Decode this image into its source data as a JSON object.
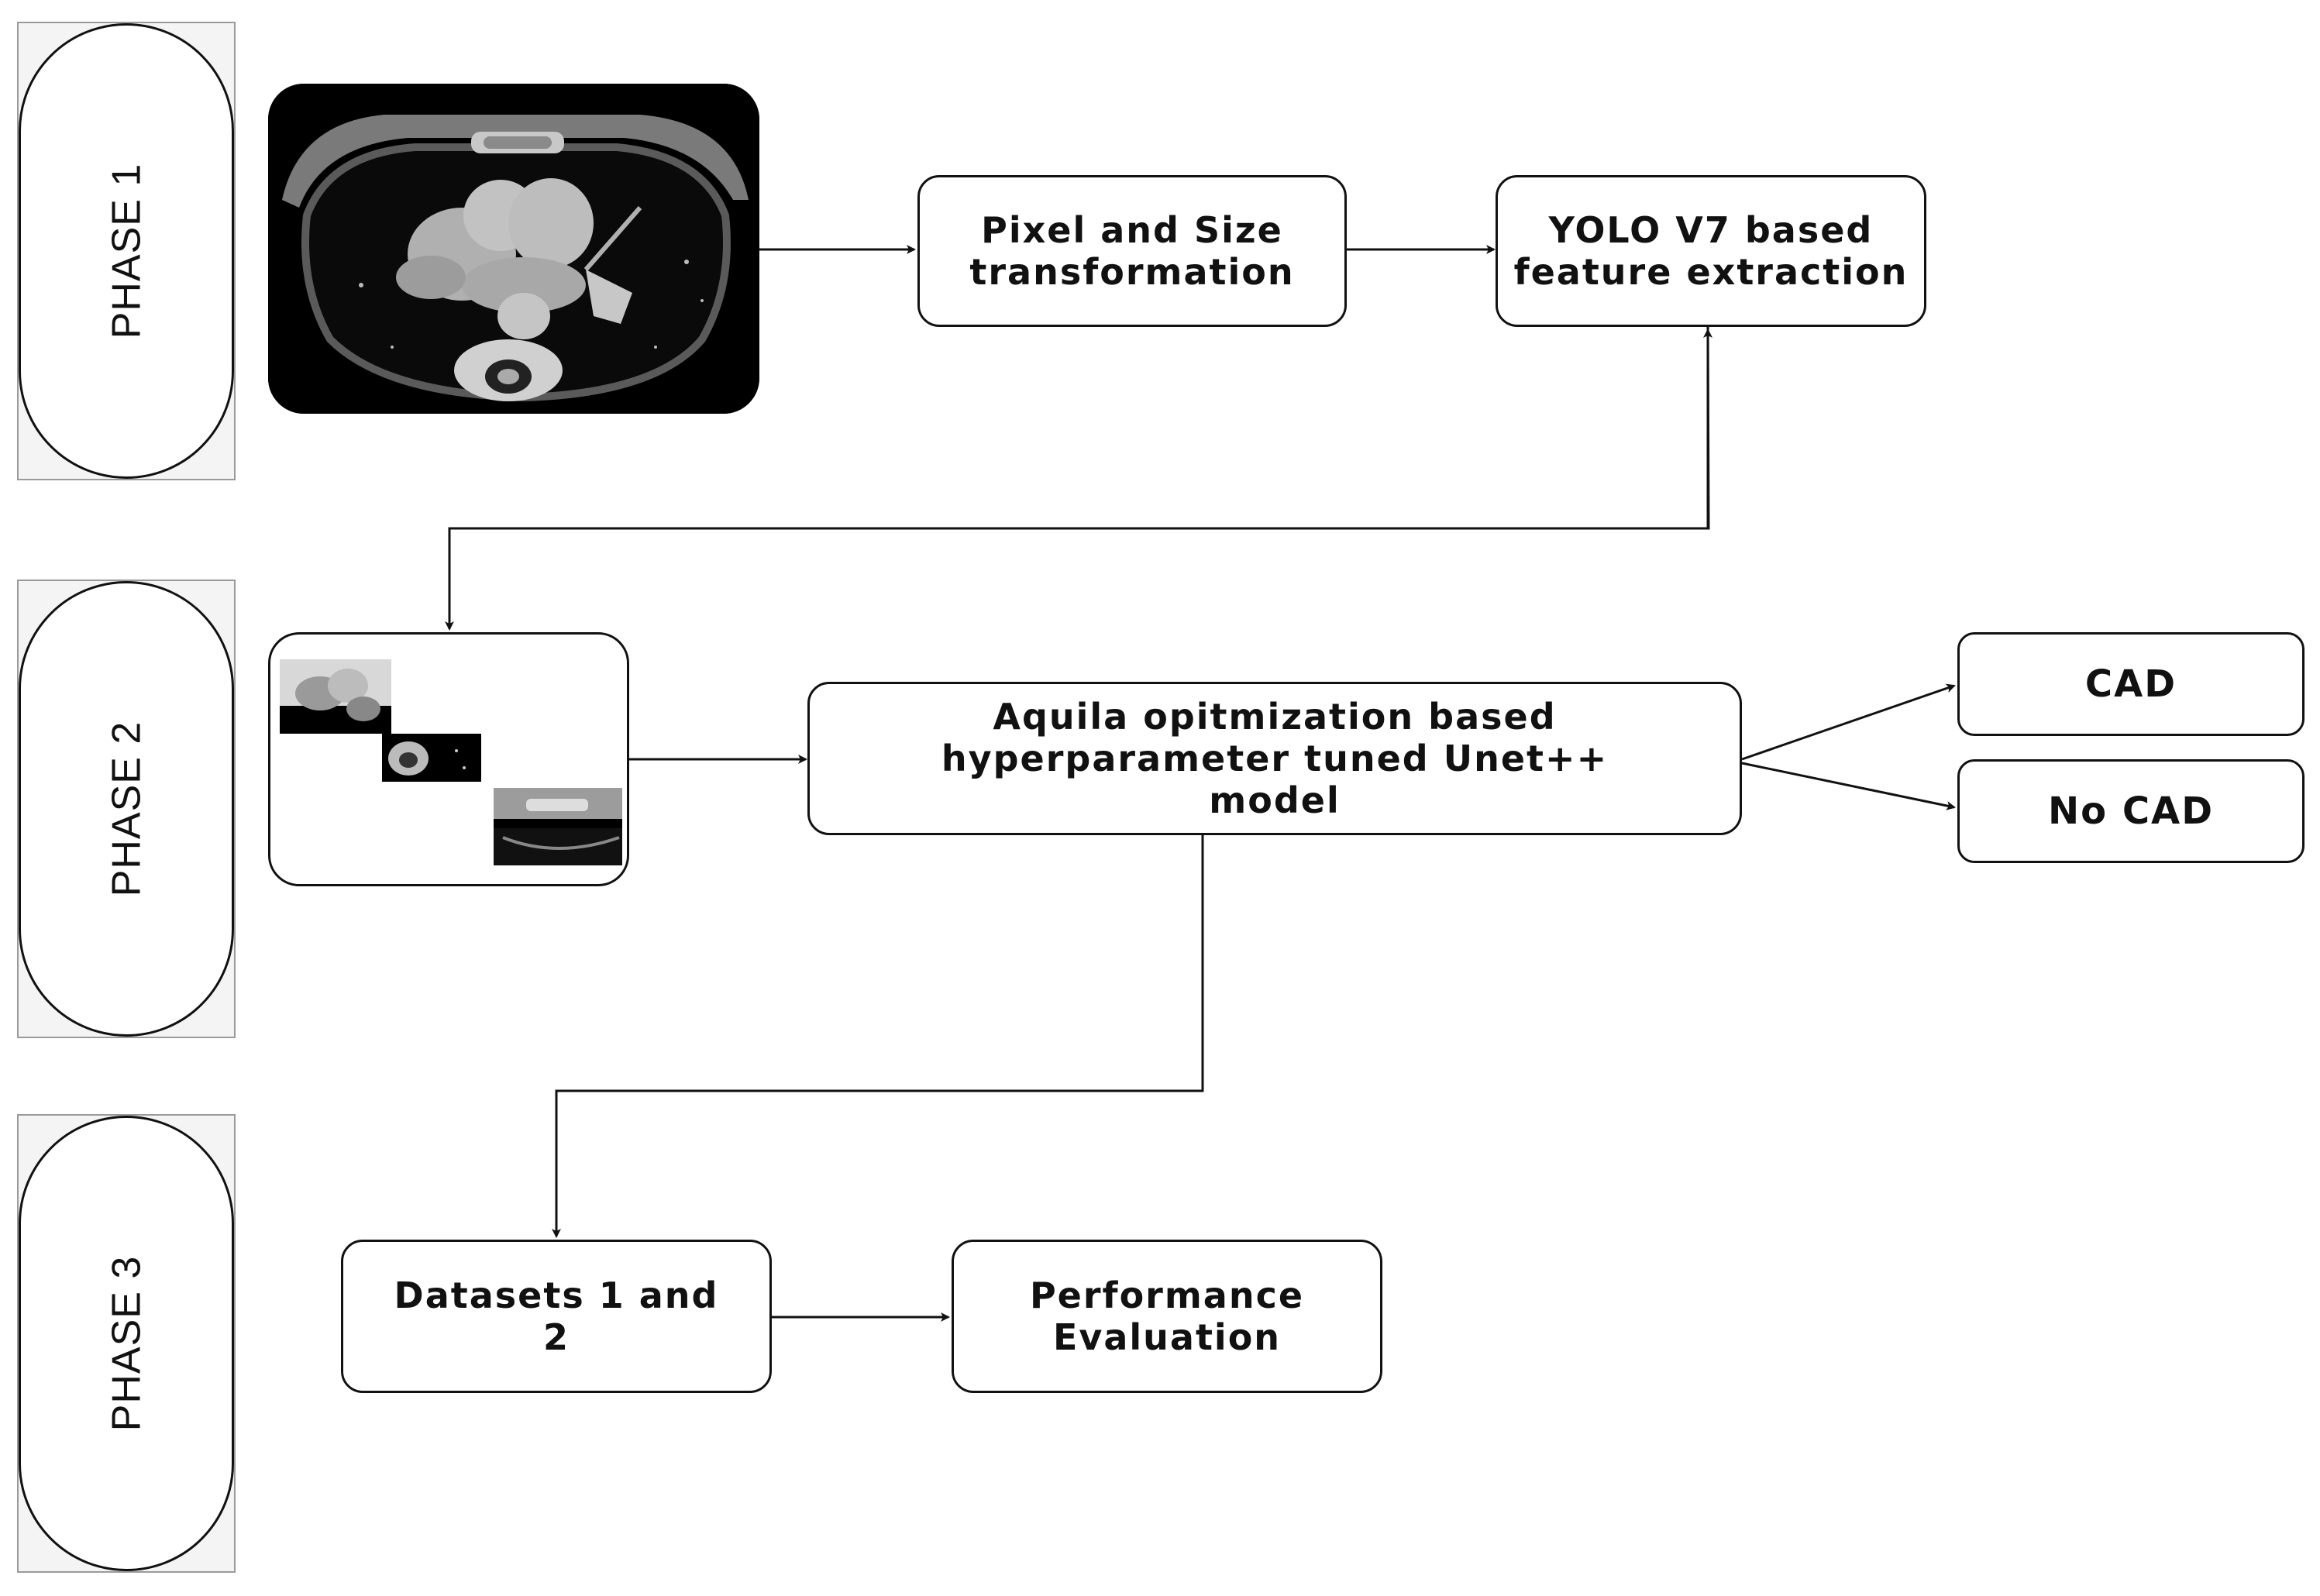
{
  "phases": [
    {
      "label": "PHASE 1"
    },
    {
      "label": "PHASE 2"
    },
    {
      "label": "PHASE 3"
    }
  ],
  "boxes": {
    "pixel_size": "Pixel and Size transformation",
    "yolo": "YOLO V7 based feature extraction",
    "aquila": "Aquila opitmization based hyperparameter tuned Unet++ model",
    "cad": "CAD",
    "no_cad": "No CAD",
    "datasets": "Datasets 1 and 2",
    "performance": "Performance Evaluation"
  },
  "images": {
    "ct_scan": "ct-scan-image",
    "crops": "segmented-crops-image"
  }
}
